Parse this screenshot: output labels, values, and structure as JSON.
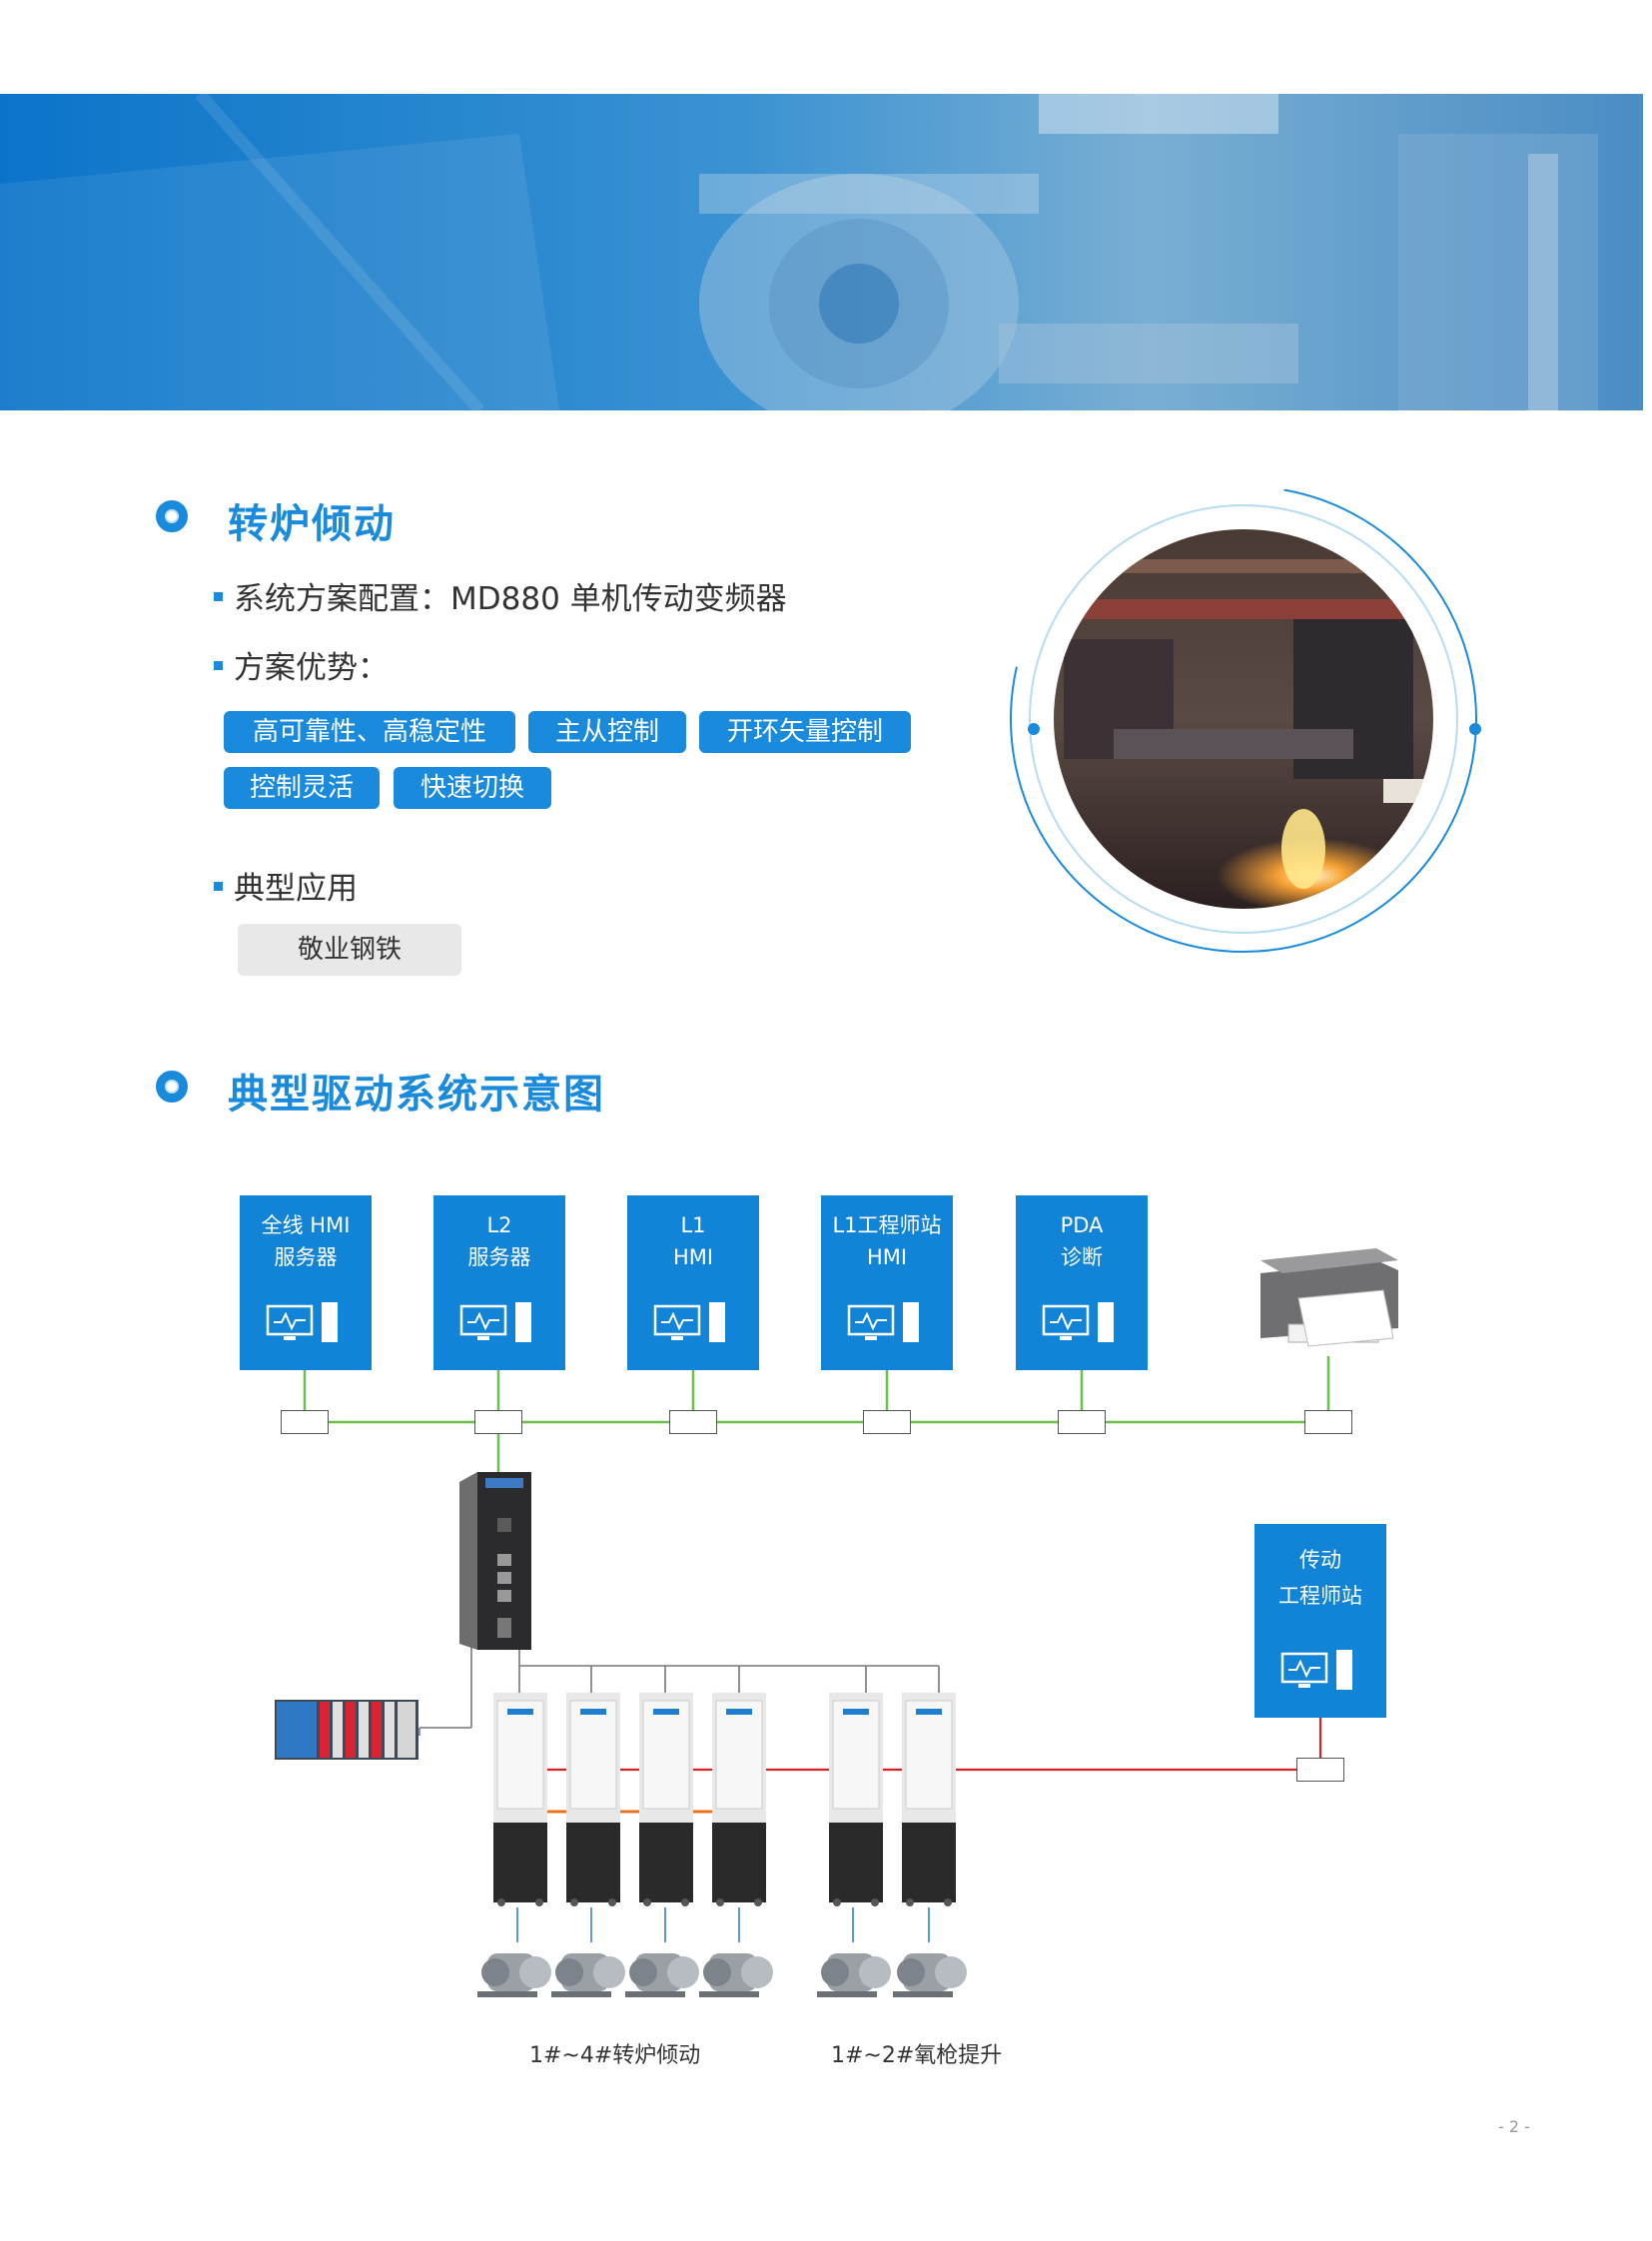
{
  "section1": {
    "title": "转炉倾动",
    "config_label": "系统方案配置：MD880 单机传动变频器",
    "advantages_label": "方案优势：",
    "advantages": [
      "高可靠性、高稳定性",
      "主从控制",
      "开环矢量控制",
      "控制灵活",
      "快速切换"
    ],
    "application_label": "典型应用",
    "application_value": "敬业钢铁"
  },
  "section2": {
    "title": "典型驱动系统示意图"
  },
  "diagram": {
    "boxes": [
      {
        "line1": "全线 HMI",
        "line2": "服务器"
      },
      {
        "line1": "L2",
        "line2": "服务器"
      },
      {
        "line1": "L1",
        "line2": "HMI"
      },
      {
        "line1": "L1工程师站",
        "line2": "HMI"
      },
      {
        "line1": "PDA",
        "line2": "诊断"
      }
    ],
    "drive_station": {
      "line1": "传动",
      "line2": "工程师站"
    },
    "caption_left": "1#~4#转炉倾动",
    "caption_right": "1#~2#氧枪提升",
    "colors": {
      "box": "#1184d7",
      "network": "#6cc04a",
      "drive_link": "#d6202a",
      "master_slave": "#e8731f"
    }
  },
  "page_number": "- 2 -"
}
